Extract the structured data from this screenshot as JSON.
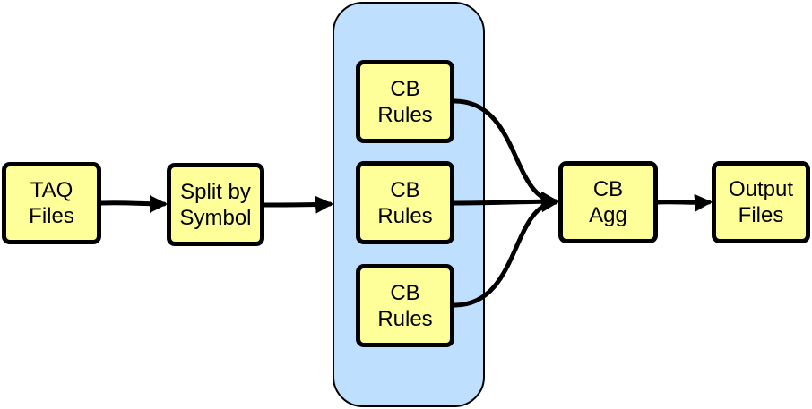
{
  "nodes": {
    "taq_files": {
      "line1": "TAQ",
      "line2": "Files"
    },
    "split_by_symbol": {
      "line1": "Split by",
      "line2": "Symbol"
    },
    "cb_rules_1": {
      "line1": "CB",
      "line2": "Rules"
    },
    "cb_rules_2": {
      "line1": "CB",
      "line2": "Rules"
    },
    "cb_rules_3": {
      "line1": "CB",
      "line2": "Rules"
    },
    "cb_agg": {
      "line1": "CB",
      "line2": "Agg"
    },
    "output_files": {
      "line1": "Output",
      "line2": "Files"
    }
  },
  "colors": {
    "node_fill": "#ffff99",
    "panel_fill": "#bfdfff",
    "stroke": "#000000"
  }
}
